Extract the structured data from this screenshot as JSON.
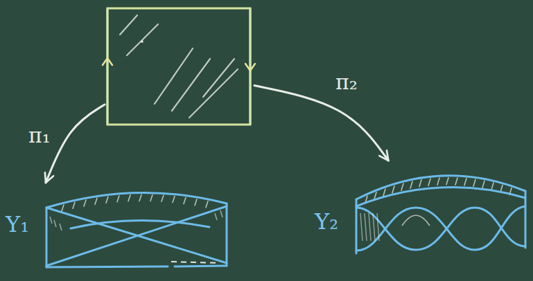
{
  "diagram": {
    "nodes": [
      {
        "text": []
      },
      {
        "text": [
          "Y₁"
        ]
      },
      {
        "text": [
          "Y₂"
        ]
      }
    ],
    "edges": [
      {
        "from": 0,
        "to": 1,
        "arrow": "to",
        "label": "π₁"
      },
      {
        "from": 0,
        "to": 2,
        "arrow": "to",
        "label": "π₂"
      }
    ]
  }
}
